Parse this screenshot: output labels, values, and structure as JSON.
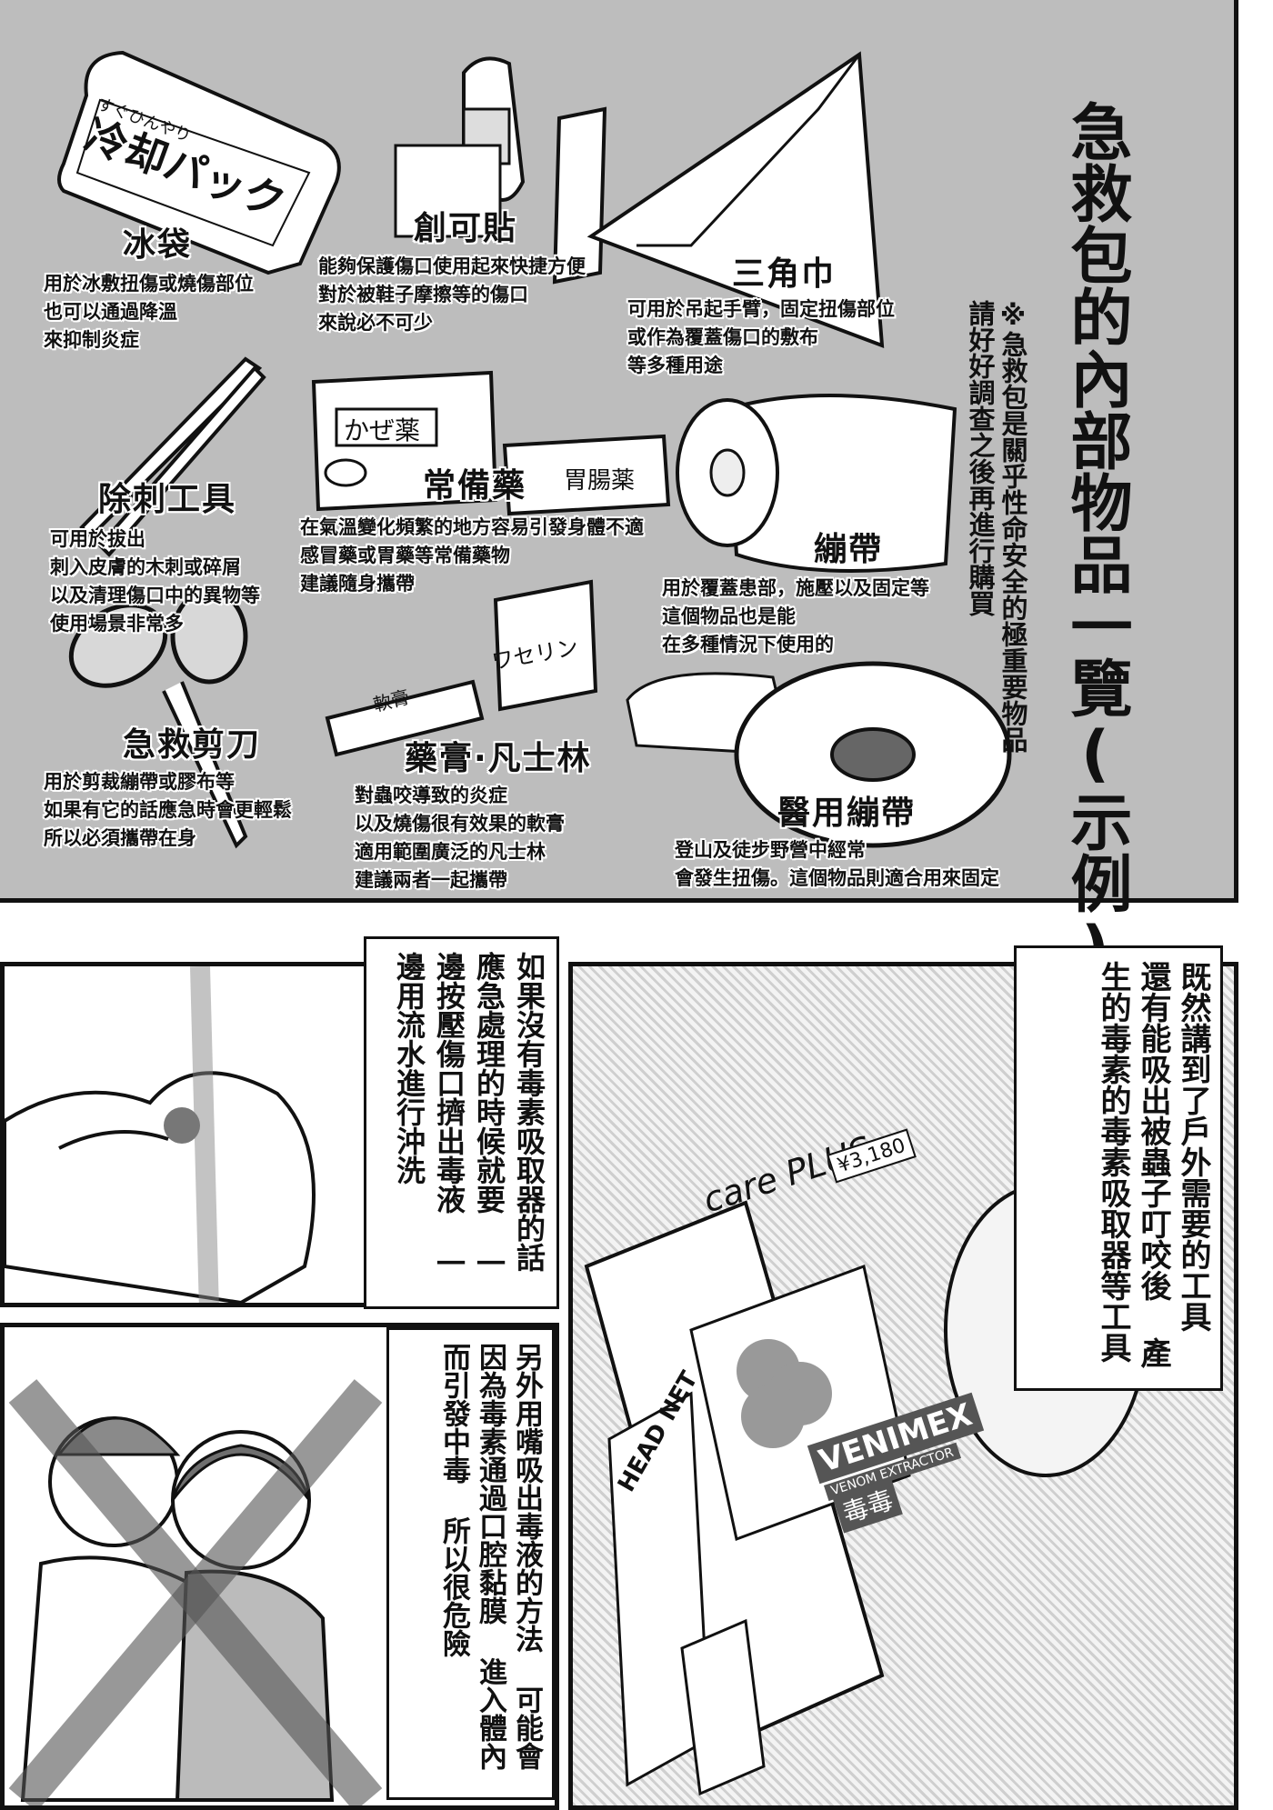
{
  "page": {
    "title": "急救包的內部物品一覽(示例)",
    "note": "※急救包是關乎性命安全的極重要物品 請好好調查之後再進行購買"
  },
  "items": [
    {
      "name": "冰袋",
      "illustration_text": "冷却パック",
      "illustration_small": "すぐひんやり",
      "desc": "用於冰敷扭傷或燒傷部位\n也可以通過降溫\n來抑制炎症"
    },
    {
      "name": "創可貼",
      "desc": "能夠保護傷口使用起來快捷方便\n對於被鞋子摩擦等的傷口\n來說必不可少"
    },
    {
      "name": "三角巾",
      "desc": "可用於吊起手臂，固定扭傷部位\n或作為覆蓋傷口的敷布\n等多種用途"
    },
    {
      "name": "除刺工具",
      "desc": "可用於拔出\n刺入皮膚的木刺或碎屑\n以及清理傷口中的異物等\n使用場景非常多"
    },
    {
      "name": "常備藥",
      "illustration_text": "かぜ薬",
      "illustration_text_2": "胃腸薬",
      "desc": "在氣溫變化頻繁的地方容易引發身體不適\n感冒藥或胃藥等常備藥物\n建議隨身攜帶"
    },
    {
      "name": "繃帶",
      "desc": "用於覆蓋患部，施壓以及固定等\n這個物品也是能\n在多種情況下使用的"
    },
    {
      "name": "急救剪刀",
      "desc": "用於剪裁繃帶或膠布等\n如果有它的話應急時會更輕鬆\n所以必須攜帶在身"
    },
    {
      "name": "藥膏·凡士林",
      "illustration_text": "軟膏",
      "illustration_text_2": "ワセリン",
      "desc": "對蟲咬導致的炎症\n以及燒傷很有效果的軟膏\n適用範圍廣泛的凡士林\n建議兩者一起攜帶"
    },
    {
      "name": "醫用繃帶",
      "desc": "登山及徒步野營中經常\n會發生扭傷。這個物品則適合用來固定"
    }
  ],
  "bubbles": {
    "tools": "既然講到了戶外需要的工具 還有能吸出被蟲子叮咬後 產生的毒素的毒素吸取器等工具",
    "emergency": "如果沒有毒素吸取器的話 應急處理的時候就要 一邊按壓傷口擠出毒液 一邊用流水進行沖洗",
    "danger": "另外用嘴吸出毒液的方法 可能會因為毒素通過口腔黏膜 進入體內而引發中毒 所以很危險"
  },
  "product": {
    "brand": "care PLUS",
    "price": "¥3,180",
    "name": "VENIMEX",
    "subtitle": "VENOM EXTRACTOR",
    "jp": "毒毒",
    "other_brand": "HEAD NET"
  }
}
